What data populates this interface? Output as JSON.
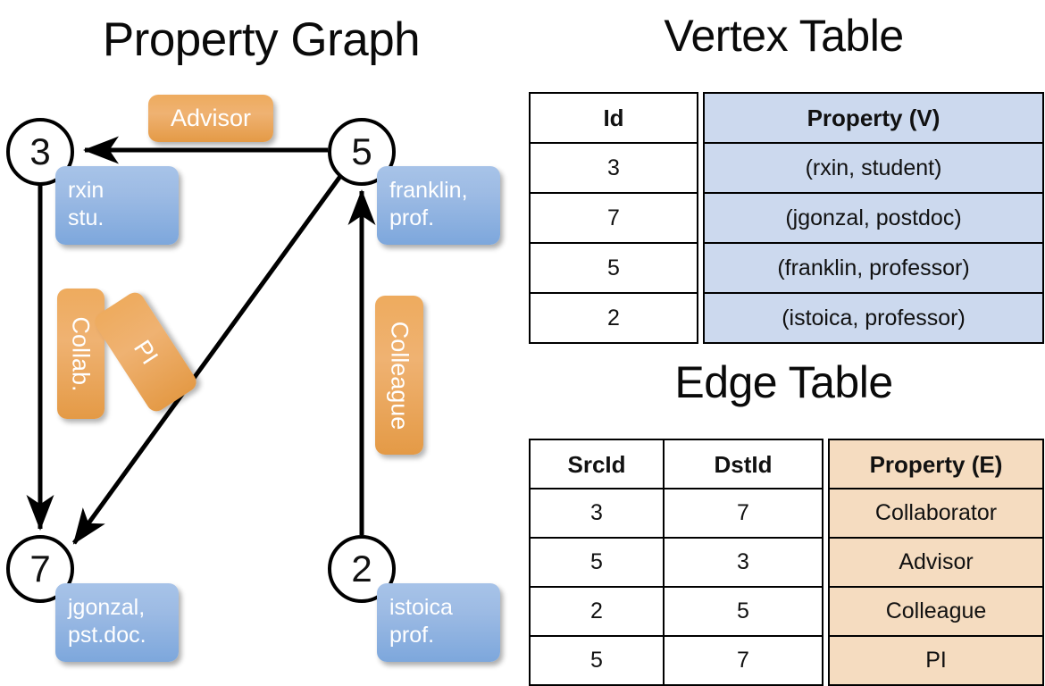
{
  "titles": {
    "property_graph": "Property Graph",
    "vertex_table": "Vertex Table",
    "edge_table": "Edge Table"
  },
  "colors": {
    "vertex_property_fill": "#ccd9ee",
    "edge_property_fill": "#f5dcc0",
    "node_box_blue": "#9dbbe4",
    "edge_label_orange": "#efb272",
    "stroke": "#000000",
    "background": "#ffffff"
  },
  "graph": {
    "nodes": [
      {
        "id": "3",
        "label": "3",
        "property_line1": "rxin",
        "property_line2": "stu."
      },
      {
        "id": "5",
        "label": "5",
        "property_line1": "franklin,",
        "property_line2": "prof."
      },
      {
        "id": "7",
        "label": "7",
        "property_line1": "jgonzal,",
        "property_line2": "pst.doc."
      },
      {
        "id": "2",
        "label": "2",
        "property_line1": "istoica",
        "property_line2": "prof."
      }
    ],
    "edge_labels": [
      {
        "name": "advisor",
        "text": "Advisor",
        "orientation": "horizontal"
      },
      {
        "name": "collab",
        "text": "Collab.",
        "orientation": "vertical"
      },
      {
        "name": "pi",
        "text": "PI",
        "orientation": "rotated"
      },
      {
        "name": "colleague",
        "text": "Colleague",
        "orientation": "vertical"
      }
    ],
    "edges": [
      {
        "src": "5",
        "dst": "3",
        "label": "Advisor"
      },
      {
        "src": "3",
        "dst": "7",
        "label": "Collab."
      },
      {
        "src": "5",
        "dst": "7",
        "label": "PI"
      },
      {
        "src": "2",
        "dst": "5",
        "label": "Colleague"
      }
    ]
  },
  "vertex_table": {
    "headers": [
      "Id",
      "Property (V)"
    ],
    "rows": [
      {
        "id": "3",
        "property": "(rxin, student)"
      },
      {
        "id": "7",
        "property": "(jgonzal, postdoc)"
      },
      {
        "id": "5",
        "property": "(franklin, professor)"
      },
      {
        "id": "2",
        "property": "(istoica, professor)"
      }
    ]
  },
  "edge_table": {
    "headers": [
      "SrcId",
      "DstId",
      "Property (E)"
    ],
    "rows": [
      {
        "src": "3",
        "dst": "7",
        "property": "Collaborator"
      },
      {
        "src": "5",
        "dst": "3",
        "property": "Advisor"
      },
      {
        "src": "2",
        "dst": "5",
        "property": "Colleague"
      },
      {
        "src": "5",
        "dst": "7",
        "property": "PI"
      }
    ]
  }
}
